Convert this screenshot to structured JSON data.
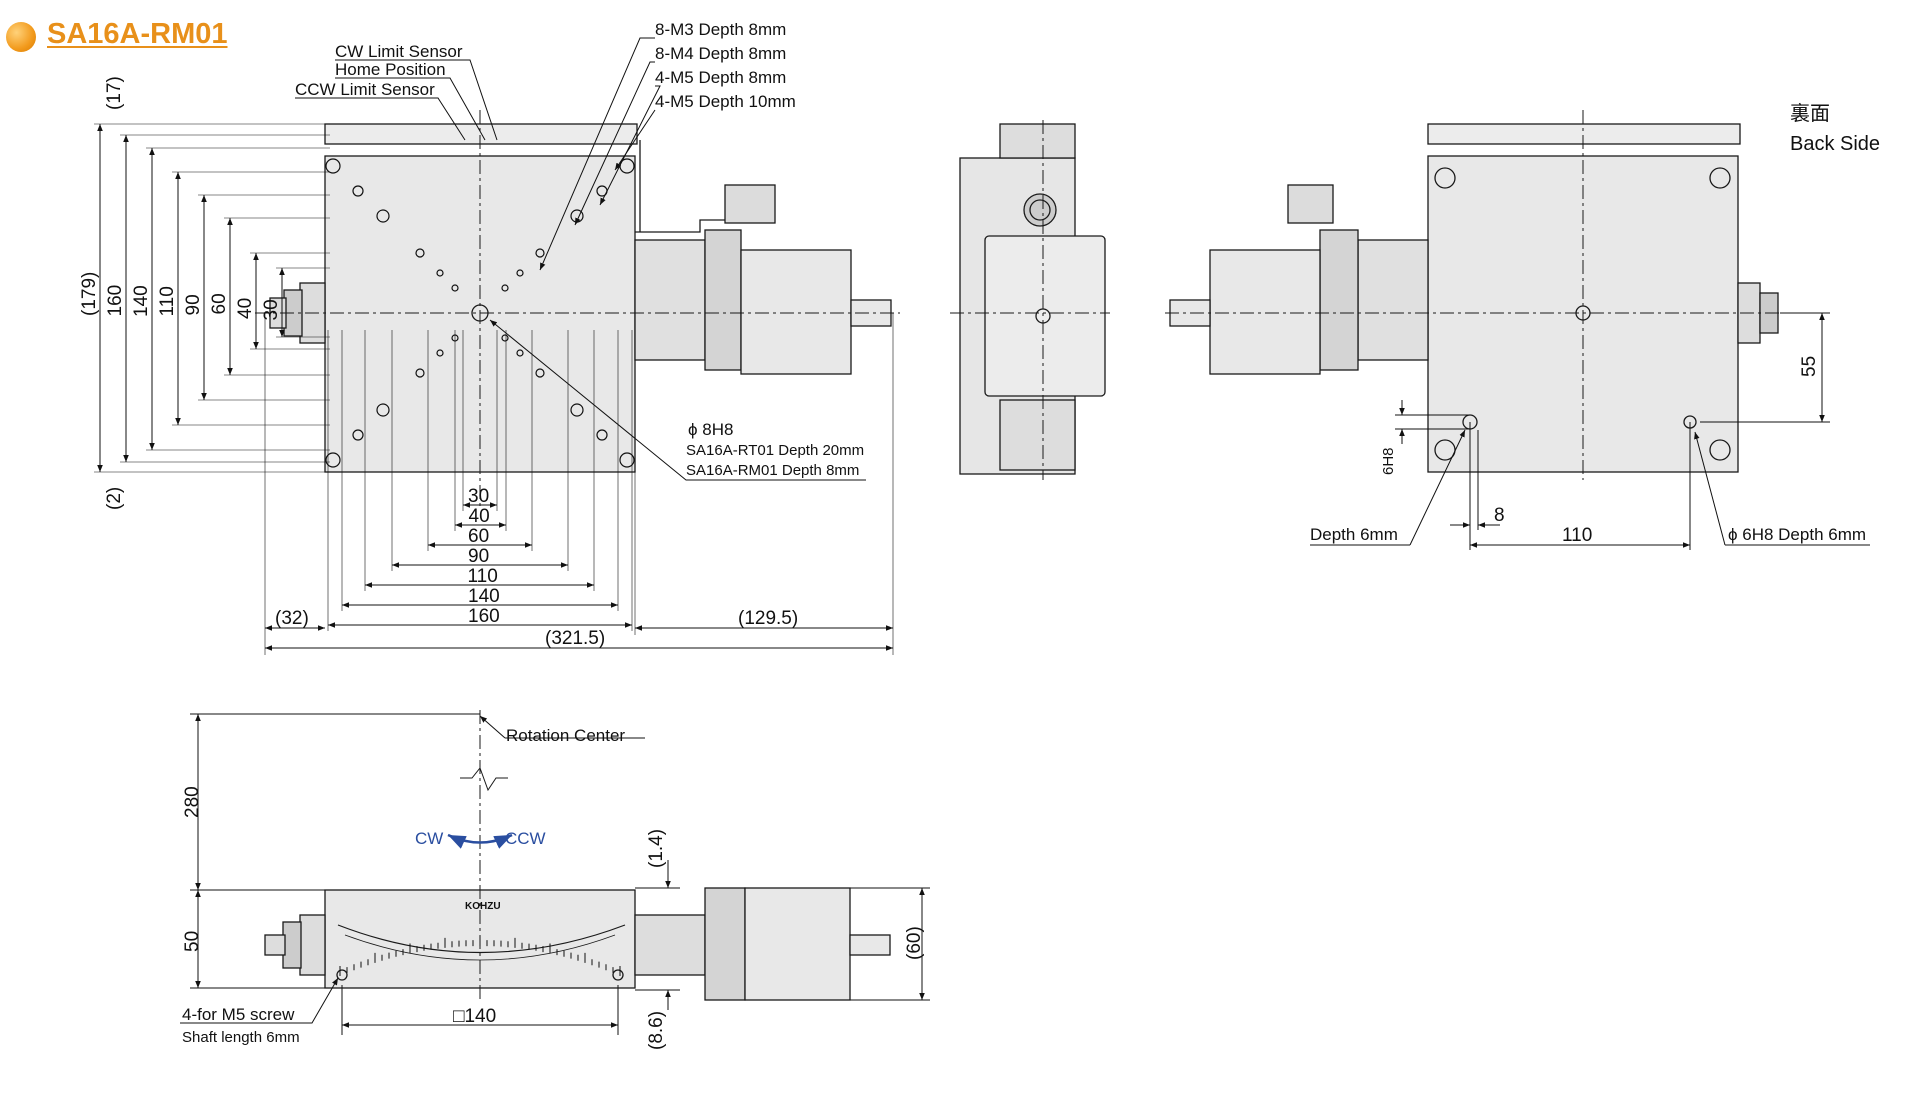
{
  "title": "SA16A-RM01",
  "front_view": {
    "sensors": [
      "CW Limit Sensor",
      "Home Position",
      "CCW Limit Sensor"
    ],
    "holes": [
      "8-M3 Depth 8mm",
      "8-M4 Depth 8mm",
      "4-M5 Depth 8mm",
      "4-M5 Depth 10mm"
    ],
    "left_dims": [
      "(179)",
      "160",
      "140",
      "110",
      "90",
      "60",
      "40",
      "30"
    ],
    "left_top_offset": "(17)",
    "left_bottom_offset": "(2)",
    "bottom_dims": [
      "30",
      "40",
      "60",
      "90",
      "110",
      "140",
      "160"
    ],
    "overall_left": "(32)",
    "overall_right": "(129.5)",
    "overall_total": "(321.5)",
    "bore_label": "ϕ 8H8",
    "bore_rt": "SA16A-RT01 Depth 20mm",
    "bore_rm": "SA16A-RM01 Depth   8mm"
  },
  "back_view": {
    "title_jp": "裏面",
    "title_en": "Back Side",
    "dim_55": "55",
    "dim_6h8": "6H8",
    "dim_8": "8",
    "dim_110": "110",
    "depth_6": "Depth 6mm",
    "pin_label": "ϕ 6H8 Depth 6mm"
  },
  "side_view": {
    "rotation_center": "Rotation Center",
    "dim_280": "280",
    "dim_50": "50",
    "dim_1_4": "(1.4)",
    "dim_8_6": "(8.6)",
    "dim_60": "(60)",
    "cw": "CW",
    "ccw": "CCW",
    "brand": "KOHZU",
    "square_140": "□140",
    "screw_1": "4-for M5 screw",
    "screw_2": "Shaft length 6mm"
  },
  "colors": {
    "title": "#e8901a",
    "line": "#1a1a1a",
    "part_fill": "#e6e6e6",
    "arrow_blue": "#2a4ea0"
  }
}
